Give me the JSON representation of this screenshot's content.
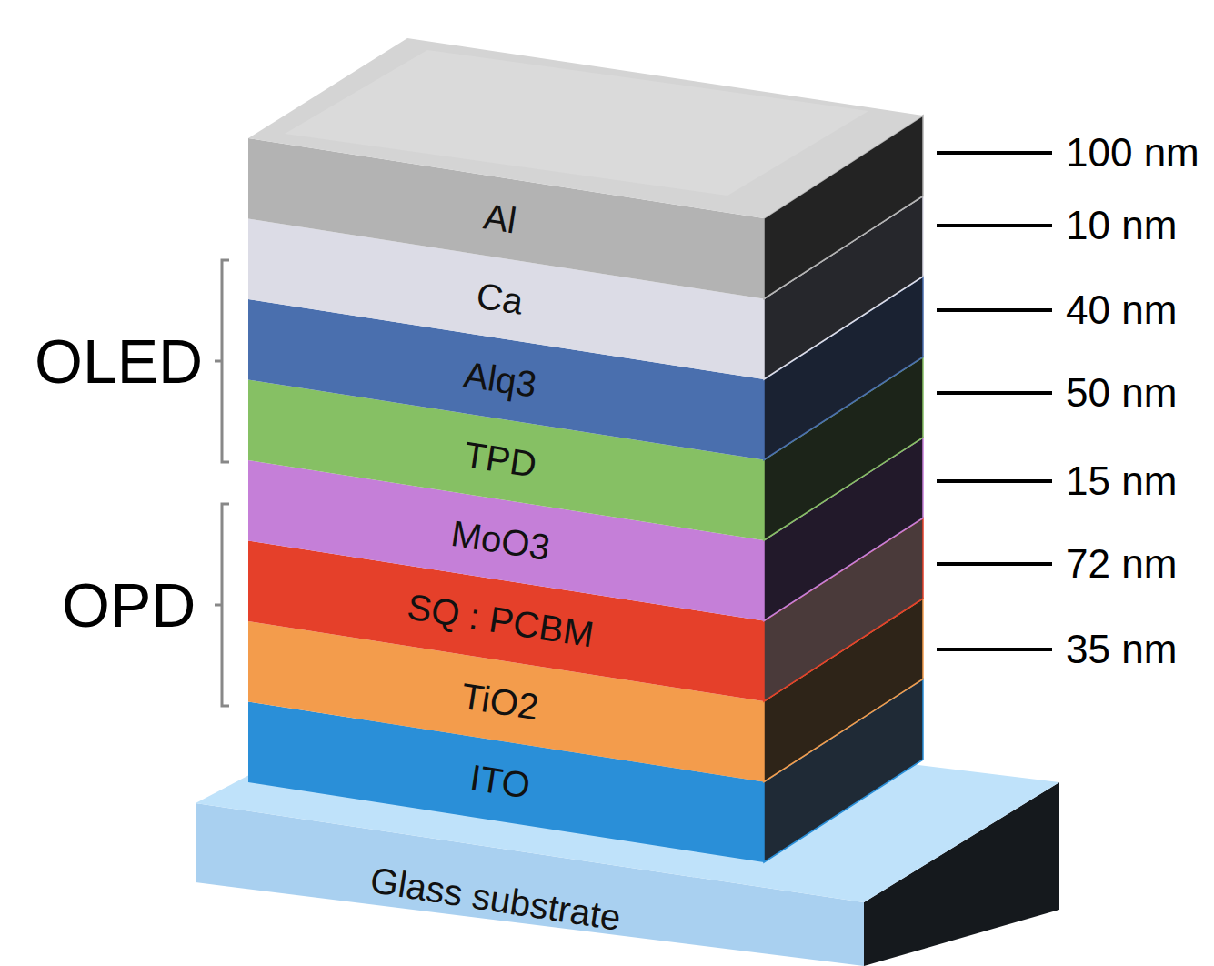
{
  "diagram": {
    "nodes": [
      {
        "text": [
          "Al"
        ]
      },
      {
        "text": [
          "Ca"
        ]
      },
      {
        "text": [
          "Alq3"
        ]
      },
      {
        "text": [
          "TPD"
        ]
      },
      {
        "text": [
          "MoO3"
        ]
      },
      {
        "text": [
          "SQ : PCBM"
        ]
      },
      {
        "text": [
          "TiO2"
        ]
      },
      {
        "text": [
          "ITO"
        ]
      },
      {
        "text": [
          "Glass substrate"
        ]
      }
    ],
    "labels": [
      "OLED",
      "OPD",
      "100 nm",
      "10 nm",
      "40 nm",
      "50 nm",
      "15 nm",
      "72 nm",
      "35 nm"
    ]
  }
}
